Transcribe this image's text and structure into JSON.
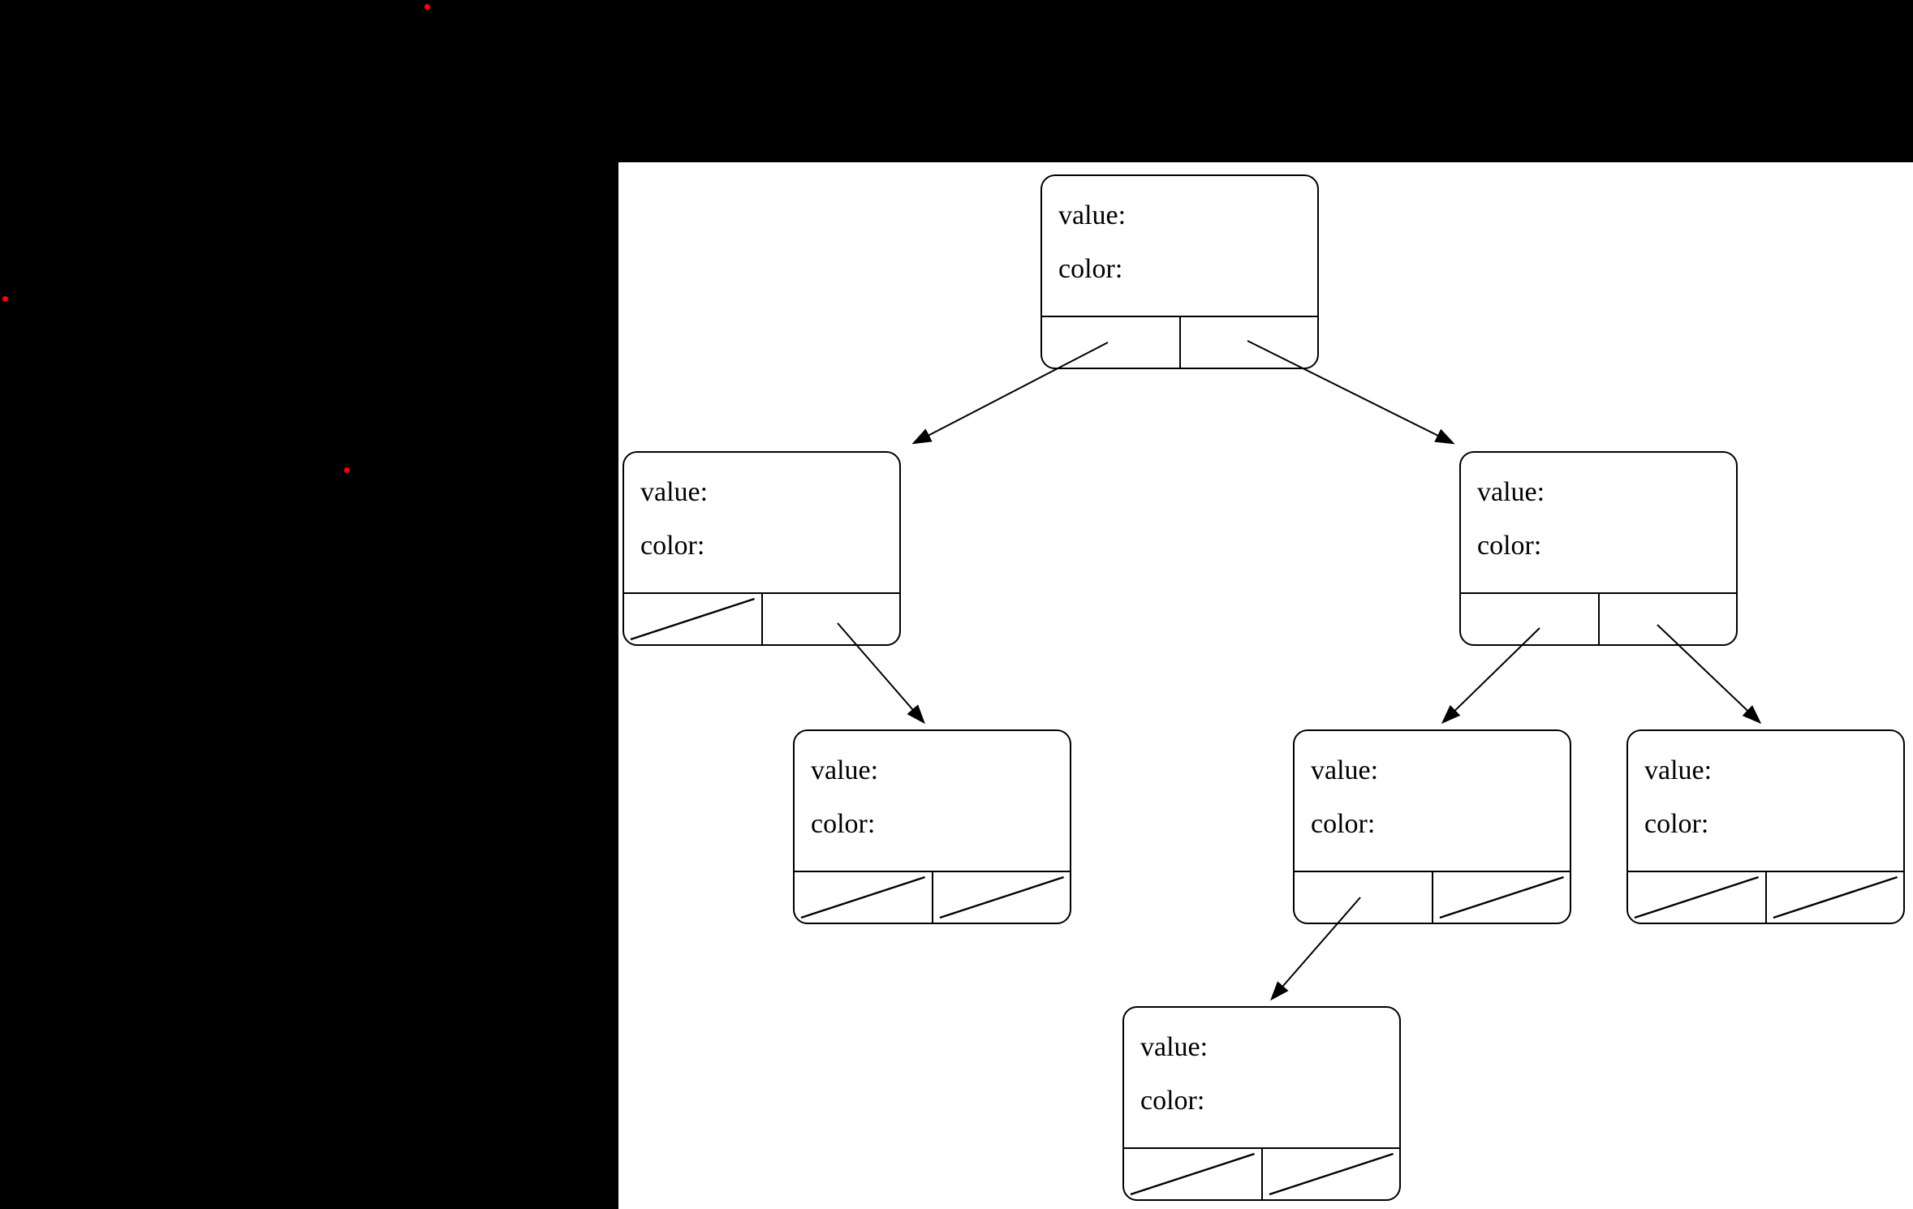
{
  "canvas": {
    "background_color": "#000000",
    "panel_color": "#ffffff",
    "line_color": "#000000",
    "dot_color": "#ff0000"
  },
  "nodes": {
    "root": {
      "value_label": "value:",
      "color_label": "color:"
    },
    "left": {
      "value_label": "value:",
      "color_label": "color:"
    },
    "right": {
      "value_label": "value:",
      "color_label": "color:"
    },
    "left_right": {
      "value_label": "value:",
      "color_label": "color:"
    },
    "right_left": {
      "value_label": "value:",
      "color_label": "color:"
    },
    "right_right": {
      "value_label": "value:",
      "color_label": "color:"
    },
    "right_left_left": {
      "value_label": "value:",
      "color_label": "color:"
    }
  },
  "tree": {
    "description": "binary tree diagram of seven empty nodes, each with value and color fields and two child-pointer cells",
    "edges": [
      {
        "from": "root",
        "via": "left-pointer",
        "to": "left"
      },
      {
        "from": "root",
        "via": "right-pointer",
        "to": "right"
      },
      {
        "from": "left",
        "via": "right-pointer",
        "to": "left_right"
      },
      {
        "from": "right",
        "via": "left-pointer",
        "to": "right_left"
      },
      {
        "from": "right",
        "via": "right-pointer",
        "to": "right_right"
      },
      {
        "from": "right_left",
        "via": "left-pointer",
        "to": "right_left_left"
      }
    ],
    "null_pointers": [
      "left.left",
      "left_right.left",
      "left_right.right",
      "right_left.right",
      "right_right.left",
      "right_right.right",
      "right_left_left.left",
      "right_left_left.right"
    ]
  }
}
